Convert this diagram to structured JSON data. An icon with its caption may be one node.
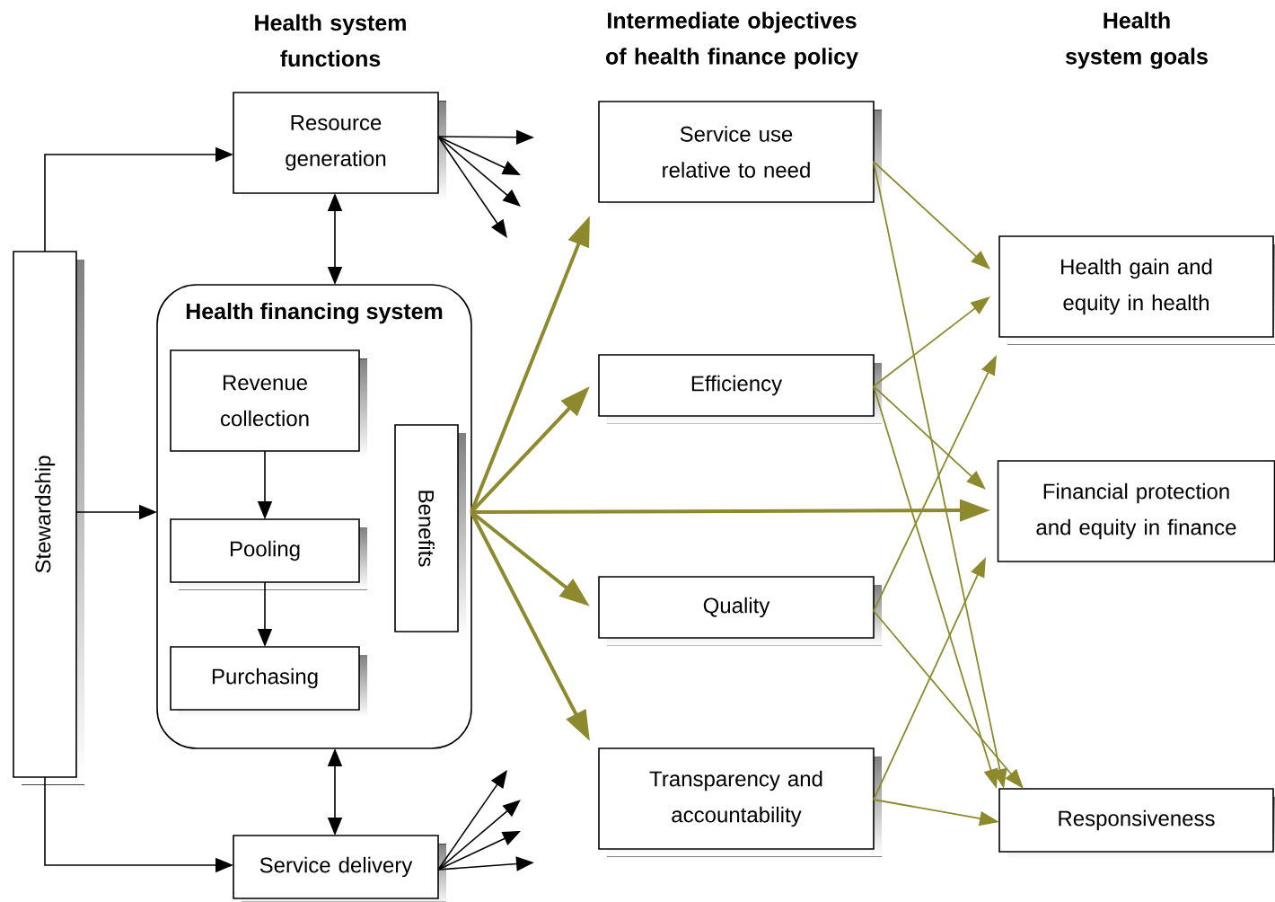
{
  "diagram": {
    "nodes": [
      {
        "text": [
          "Resource generation"
        ]
      },
      {
        "text": [
          "Stewardship"
        ]
      },
      {
        "text": [
          "Health financing system"
        ]
      },
      {
        "text": [
          "Revenue collection"
        ],
        "in": 2
      },
      {
        "text": [
          "Pooling"
        ],
        "in": 2
      },
      {
        "text": [
          "Purchasing"
        ],
        "in": 2
      },
      {
        "text": [
          "Benefits"
        ],
        "in": 2
      },
      {
        "text": [
          "Service delivery"
        ]
      },
      {
        "text": [
          "Service use relative to need"
        ]
      },
      {
        "text": [
          "Efficiency"
        ]
      },
      {
        "text": [
          "Quality"
        ]
      },
      {
        "text": [
          "Transparency and accountability"
        ]
      },
      {
        "text": [
          "Health gain and equity in health"
        ]
      },
      {
        "text": [
          "Financial protection and equity in finance"
        ]
      },
      {
        "text": [
          "Responsiveness"
        ]
      }
    ],
    "edges": [
      {
        "from": 1,
        "to": 0,
        "arrow": "to"
      },
      {
        "from": 1,
        "to": 2,
        "arrow": "to"
      },
      {
        "from": 1,
        "to": 7,
        "arrow": "to"
      },
      {
        "from": 0,
        "to": 2,
        "arrow": "both"
      },
      {
        "from": 2,
        "to": 7,
        "arrow": "both"
      },
      {
        "from": 3,
        "to": 4,
        "arrow": "to"
      },
      {
        "from": 4,
        "to": 5,
        "arrow": "to"
      },
      {
        "from": 0,
        "to": null,
        "arrow": "to"
      },
      {
        "from": 0,
        "to": null,
        "arrow": "to"
      },
      {
        "from": 0,
        "to": null,
        "arrow": "to"
      },
      {
        "from": 0,
        "to": null,
        "arrow": "to"
      },
      {
        "from": 7,
        "to": null,
        "arrow": "to"
      },
      {
        "from": 7,
        "to": null,
        "arrow": "to"
      },
      {
        "from": 7,
        "to": null,
        "arrow": "to"
      },
      {
        "from": 7,
        "to": null,
        "arrow": "to"
      },
      {
        "from": 6,
        "to": 8,
        "arrow": "to",
        "style": "thick",
        "color": "#8c8a2c"
      },
      {
        "from": 6,
        "to": 9,
        "arrow": "to",
        "style": "thick",
        "color": "#8c8a2c"
      },
      {
        "from": 6,
        "to": 13,
        "arrow": "to",
        "style": "thick",
        "color": "#8c8a2c"
      },
      {
        "from": 6,
        "to": 10,
        "arrow": "to",
        "style": "thick",
        "color": "#8c8a2c"
      },
      {
        "from": 6,
        "to": 11,
        "arrow": "to",
        "style": "thick",
        "color": "#8c8a2c"
      },
      {
        "from": 8,
        "to": 12,
        "arrow": "to",
        "color": "#8c8a2c"
      },
      {
        "from": 8,
        "to": 14,
        "arrow": "to",
        "color": "#8c8a2c"
      },
      {
        "from": 9,
        "to": 12,
        "arrow": "to",
        "color": "#8c8a2c"
      },
      {
        "from": 9,
        "to": 13,
        "arrow": "to",
        "color": "#8c8a2c"
      },
      {
        "from": 9,
        "to": 14,
        "arrow": "to",
        "color": "#8c8a2c"
      },
      {
        "from": 10,
        "to": 12,
        "arrow": "to",
        "color": "#8c8a2c"
      },
      {
        "from": 10,
        "to": 14,
        "arrow": "to",
        "color": "#8c8a2c"
      },
      {
        "from": 11,
        "to": 13,
        "arrow": "to",
        "color": "#8c8a2c"
      },
      {
        "from": 11,
        "to": 14,
        "arrow": "to",
        "color": "#8c8a2c"
      }
    ],
    "labels": [
      "Health system functions",
      "Intermediate objectives of health finance policy",
      "Health system goals"
    ]
  }
}
